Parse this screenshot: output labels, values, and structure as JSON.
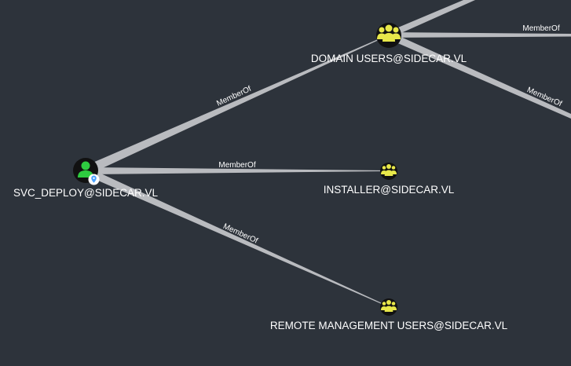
{
  "graph": {
    "nodes": {
      "svc_deploy": {
        "label": "SVC_DEPLOY@SIDECAR.VL",
        "type": "user",
        "icon": "user-icon",
        "badge_icon": "location-pin-icon"
      },
      "domain_users": {
        "label": "DOMAIN USERS@SIDECAR.VL",
        "type": "group",
        "icon": "group-icon"
      },
      "installer": {
        "label": "INSTALLER@SIDECAR.VL",
        "type": "group",
        "icon": "group-icon"
      },
      "remote_mgmt": {
        "label": "REMOTE MANAGEMENT USERS@SIDECAR.VL",
        "type": "group",
        "icon": "group-icon"
      }
    },
    "edges": [
      {
        "id": "svc-to-domain-users",
        "label": "MemberOf"
      },
      {
        "id": "svc-to-installer",
        "label": "MemberOf"
      },
      {
        "id": "svc-to-remote-mgmt",
        "label": "MemberOf"
      },
      {
        "id": "domain-users-to-right",
        "label": "MemberOf"
      },
      {
        "id": "domain-users-to-lower-right",
        "label": "MemberOf"
      }
    ],
    "colors": {
      "background": "#2d333b",
      "edge": "#b9bbbf",
      "user_icon": "#2ecc40",
      "group_icon": "#e8e84a",
      "node_fill": "#111111",
      "badge": "#4aa3ff"
    }
  }
}
